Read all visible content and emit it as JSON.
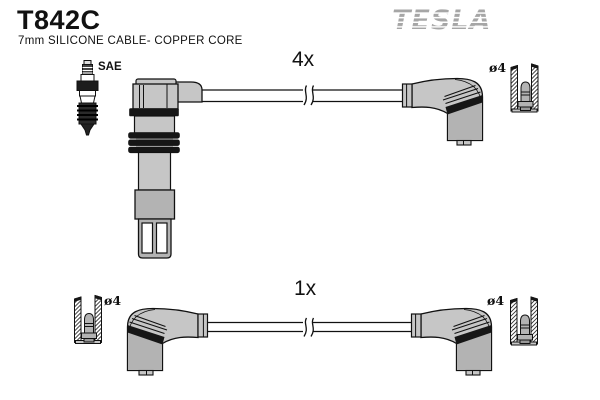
{
  "header": {
    "part_number": "T842C",
    "subtitle": "7mm SILICONE CABLE- COPPER CORE",
    "brand": "TESLA"
  },
  "diagram": {
    "top_assembly": {
      "count_label": "4x",
      "spark_plug_standard_label": "SAE",
      "terminal_diameter_label": "ø4"
    },
    "bottom_assembly": {
      "count_label": "1x",
      "terminal_diameter_left_label": "ø4",
      "terminal_diameter_right_label": "ø4"
    }
  },
  "icons": {
    "spark_plug": "spark-plug-icon",
    "coil_connector": "coil-plug-connector-icon",
    "boot_connector": "right-angle-boot-connector-icon",
    "terminal_socket": "terminal-socket-icon",
    "cable_break": "cable-break-mark",
    "brand_logo": "tesla-striped-logo"
  },
  "colors": {
    "background": "#ffffff",
    "outline": "#111111",
    "connector_fill": "#c6c6c6",
    "connector_shade": "#b3b3b3",
    "band_black": "#161616",
    "brand_gray": "#a6a6a6",
    "text": "#111111"
  }
}
